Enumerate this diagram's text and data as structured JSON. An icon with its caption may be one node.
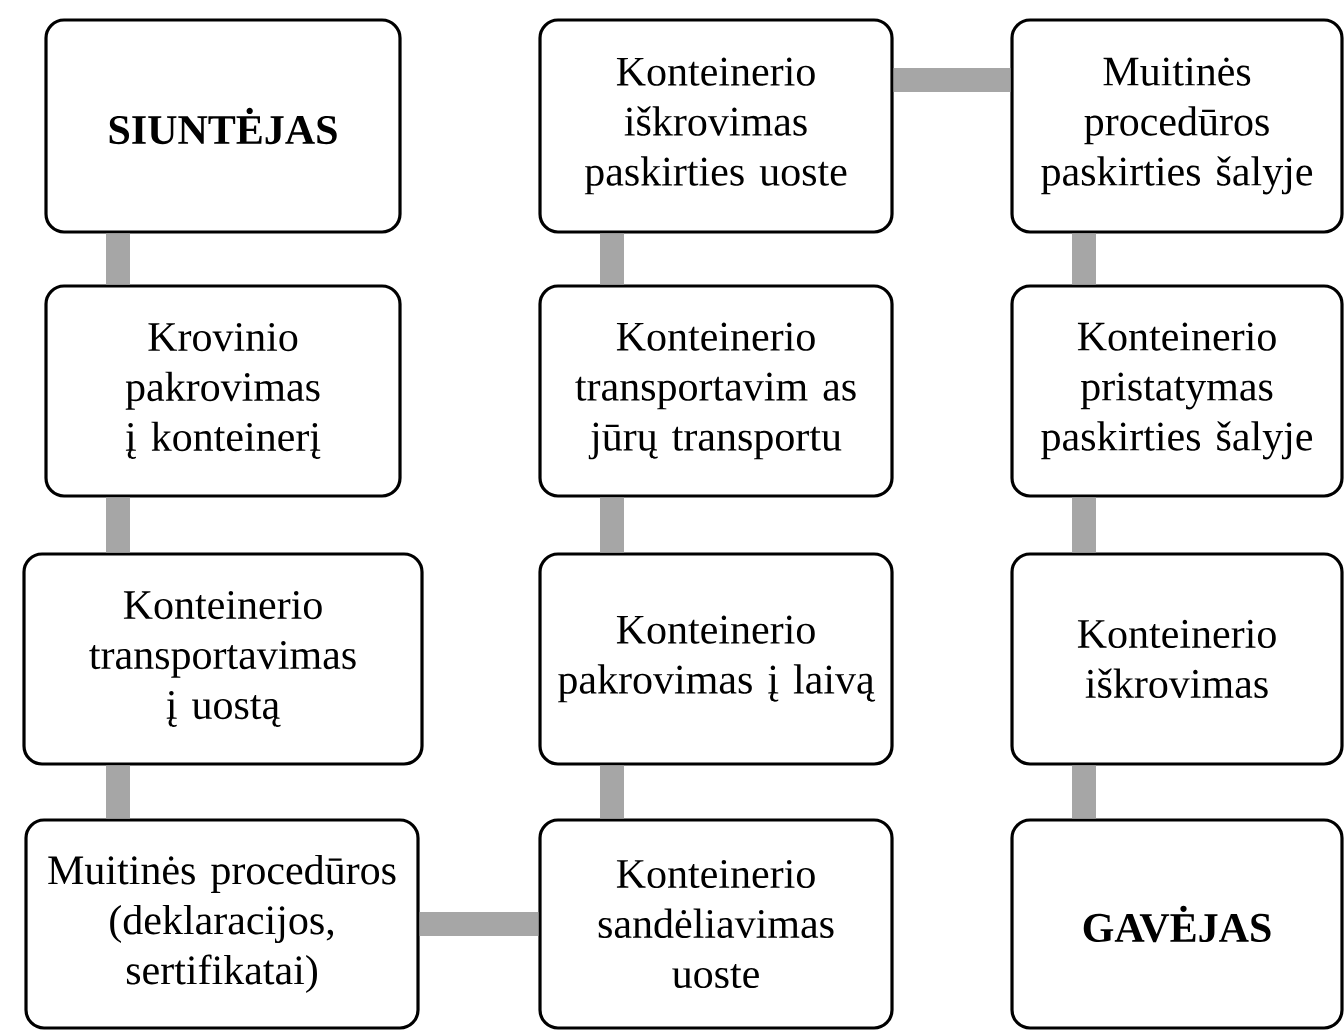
{
  "diagram": {
    "nodes": [
      {
        "text": [
          "**SIUNTĖJAS**"
        ]
      },
      {
        "text": [
          "Krovinio pakrovimas į konteinerį"
        ]
      },
      {
        "text": [
          "Konteinerio transportavimas į uostą"
        ]
      },
      {
        "text": [
          "Muitinės procedūros (deklaracijos, sertifikatai)"
        ]
      },
      {
        "text": [
          "Konteinerio sandėliavimas uoste"
        ]
      },
      {
        "text": [
          "Konteinerio pakrovimas į laivą"
        ]
      },
      {
        "text": [
          "Konteinerio transportavim as jūrų transportu"
        ]
      },
      {
        "text": [
          "Konteinerio iškrovimas paskirties uoste"
        ]
      },
      {
        "text": [
          "Muitinės procedūros paskirties šalyje"
        ]
      },
      {
        "text": [
          "Konteinerio pristatymas paskirties šalyje"
        ]
      },
      {
        "text": [
          "Konteinerio iškrovimas"
        ]
      },
      {
        "text": [
          "**GAVĖJAS**"
        ]
      }
    ],
    "edges": [
      {
        "from": 0,
        "to": 1,
        "arrow": "none"
      },
      {
        "from": 1,
        "to": 2,
        "arrow": "none"
      },
      {
        "from": 2,
        "to": 3,
        "arrow": "none"
      },
      {
        "from": 3,
        "to": 4,
        "arrow": "none"
      },
      {
        "from": 4,
        "to": 5,
        "arrow": "none"
      },
      {
        "from": 5,
        "to": 6,
        "arrow": "none"
      },
      {
        "from": 6,
        "to": 7,
        "arrow": "none"
      },
      {
        "from": 7,
        "to": 8,
        "arrow": "none"
      },
      {
        "from": 8,
        "to": 9,
        "arrow": "none"
      },
      {
        "from": 9,
        "to": 10,
        "arrow": "none"
      },
      {
        "from": 10,
        "to": 11,
        "arrow": "none"
      }
    ]
  }
}
